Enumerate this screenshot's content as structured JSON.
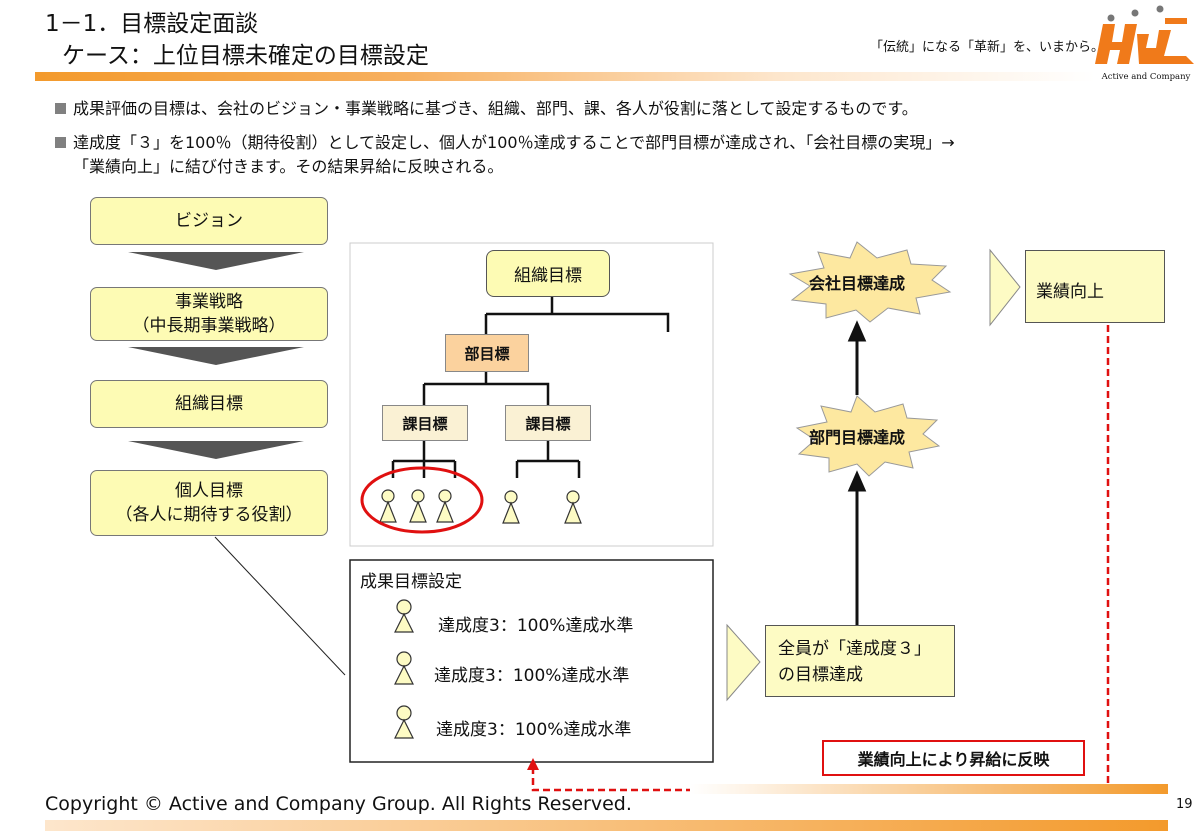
{
  "header": {
    "title_line1": "1－1．目標設定面談",
    "title_line2": "ケース：上位目標未確定の目標設定",
    "tagline": "「伝統」になる「革新」を、いまから。",
    "logo_text": "Active and Company"
  },
  "bullets": [
    "成果評価の目標は、会社のビジョン・事業戦略に基づき、組織、部門、課、各人が役割に落として設定するものです。",
    "達成度「３」を100％（期待役割）として設定し、個人が100％達成することで部門目標が達成され、「会社目標の実現」→",
    "「業績向上」に結び付きます。その結果昇給に反映される。"
  ],
  "hierarchy": [
    {
      "line1": "ビジョン"
    },
    {
      "line1": "事業戦略",
      "line2": "（中長期事業戦略）"
    },
    {
      "line1": "組織目標"
    },
    {
      "line1": "個人目標",
      "line2": "（各人に期待する役割）"
    }
  ],
  "org_chart": {
    "top": "組織目標",
    "dept": "部目標",
    "section_left": "課目標",
    "section_right": "課目標"
  },
  "goal_setting": {
    "title": "成果目標設定",
    "rows": [
      "達成度3：100%達成水準",
      "達成度3：100%達成水準",
      "達成度3：100%達成水準"
    ]
  },
  "flow": {
    "all_achieve_line1": "全員が「達成度３」",
    "all_achieve_line2": "の目標達成",
    "dept_star": "部門目標達成",
    "company_star": "会社目標達成",
    "performance": "業績向上",
    "raise_label": "業績向上により昇給に反映"
  },
  "footer": {
    "copyright": "Copyright © Active and Company Group. All Rights Reserved.",
    "page": "19"
  },
  "colors": {
    "accent": "#f08c1e",
    "box_yellow": "#fdfbb4",
    "red": "#e01010"
  }
}
